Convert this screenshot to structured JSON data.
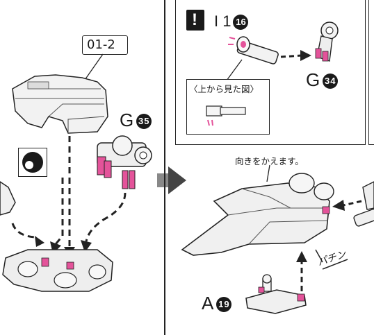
{
  "left_panel": {
    "part_ref": "01-2",
    "part_g35": {
      "letter": "G",
      "number": "35"
    }
  },
  "right_panel": {
    "caution_part": {
      "letters": "I 1",
      "number": "16"
    },
    "part_g34": {
      "letter": "G",
      "number": "34"
    },
    "view_label": "〈上から見た図〉",
    "turn_instruction": "向きをかえます。",
    "part_a19": {
      "letter": "A",
      "number": "19"
    },
    "click_sound": "パチン"
  },
  "colors": {
    "accent_pink": "#e4539a",
    "line": "#1a1a1a",
    "panel_bg": "#ffffff",
    "shade": "#d6d6d6"
  },
  "icons": [
    "warning-exclamation-icon",
    "step-arrow-icon",
    "grip-circle-icon"
  ]
}
